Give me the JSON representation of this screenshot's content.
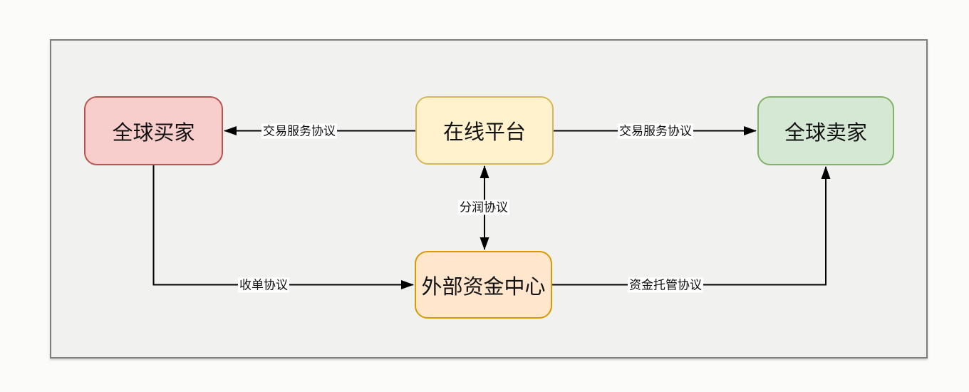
{
  "diagram": {
    "type": "flow-diagram",
    "background_color": "#f1f1ef",
    "frame_border_color": "#7d7d7d",
    "edge_color": "#000000",
    "nodes": [
      {
        "id": "global-buyer",
        "label": "全球买家",
        "fill": "#f8cecc",
        "stroke": "#b85450"
      },
      {
        "id": "online-platform",
        "label": "在线平台",
        "fill": "#fff2cc",
        "stroke": "#d6b656"
      },
      {
        "id": "global-seller",
        "label": "全球卖家",
        "fill": "#d5e8d4",
        "stroke": "#82b366"
      },
      {
        "id": "external-funds-center",
        "label": "外部资金中心",
        "fill": "#ffe6cc",
        "stroke": "#d79b00"
      }
    ],
    "edges": [
      {
        "label": "交易服务协议",
        "from": "在线平台",
        "to": "全球买家",
        "arrow": "single"
      },
      {
        "label": "交易服务协议",
        "from": "在线平台",
        "to": "全球卖家",
        "arrow": "single"
      },
      {
        "label": "分润协议",
        "from": "在线平台",
        "to": "外部资金中心",
        "arrow": "double"
      },
      {
        "label": "收单协议",
        "from": "全球买家",
        "to": "外部资金中心",
        "arrow": "single"
      },
      {
        "label": "资金托管协议",
        "from": "外部资金中心",
        "to": "全球卖家",
        "arrow": "single"
      }
    ]
  }
}
